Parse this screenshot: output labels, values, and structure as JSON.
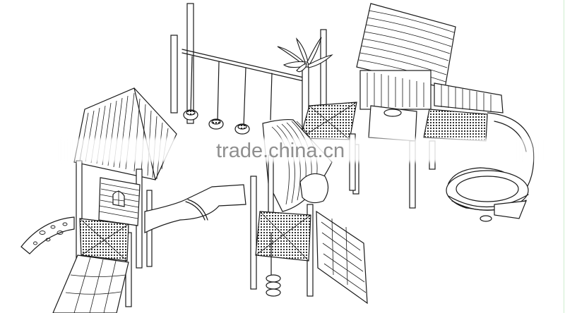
{
  "image": {
    "subject": "Playground structure line drawing",
    "background_color": "#ffffff",
    "line_color": "#1a1a1a",
    "edge_line_color": "#cfeecf"
  },
  "watermark": {
    "text": "trade.china.cn",
    "color": "#8a8a8a"
  },
  "components": [
    {
      "name": "left-house-roof",
      "style": "striped gable roof"
    },
    {
      "name": "left-house-panel",
      "feature": "arched window panel"
    },
    {
      "name": "left-climbing-wall",
      "feature": "curved climbing wall with holds"
    },
    {
      "name": "left-double-slide",
      "feature": "wave double slide"
    },
    {
      "name": "tunnel-tube",
      "feature": "curved tube crawl tunnel"
    },
    {
      "name": "swing-bridge",
      "feature": "hanging tire stepping bridge (3 pots)"
    },
    {
      "name": "palm-tree-decoration",
      "feature": "palm leaf top"
    },
    {
      "name": "center-tube-slide",
      "feature": "spiral tube slide"
    },
    {
      "name": "center-platform",
      "feature": "perforated deck with hatch"
    },
    {
      "name": "center-ladder",
      "feature": "step ladder"
    },
    {
      "name": "ring-climber",
      "feature": "stacked ring climber"
    },
    {
      "name": "right-house-roof",
      "style": "wavy plank roof"
    },
    {
      "name": "right-house-panels",
      "feature": "slatted walls & steering panel"
    },
    {
      "name": "right-bridge",
      "feature": "railed mesh bridge"
    },
    {
      "name": "spiral-slide",
      "feature": "open spiral slide"
    }
  ]
}
